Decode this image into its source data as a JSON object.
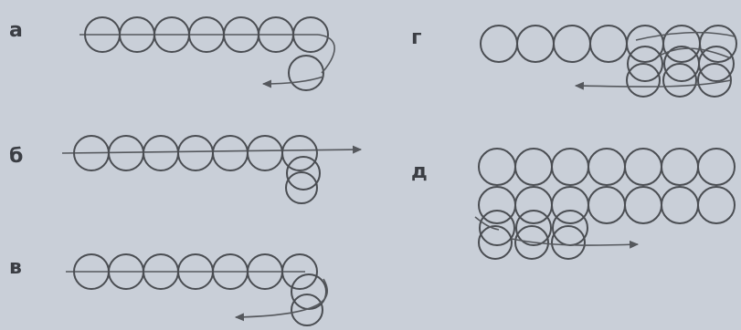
{
  "colors": {
    "background": "#c9cfd8",
    "bead_stroke": "#4a4d52",
    "thread": "#55585d",
    "label": "#3b3e44"
  },
  "steps": [
    {
      "key": "a",
      "label": "а",
      "kind": "row-with-first-bead-of-next-row",
      "beads_in_row": 7
    },
    {
      "key": "b",
      "label": "б",
      "kind": "second-row-bead-added",
      "beads_in_row": 7
    },
    {
      "key": "v",
      "label": "в",
      "kind": "third-row-bead-added",
      "beads_in_row": 7
    },
    {
      "key": "g",
      "label": "г",
      "kind": "second-row-in-progress",
      "beads_in_row": 7
    },
    {
      "key": "d",
      "label": "д",
      "kind": "three-rows-in-progress",
      "beads_in_row": 7
    }
  ]
}
